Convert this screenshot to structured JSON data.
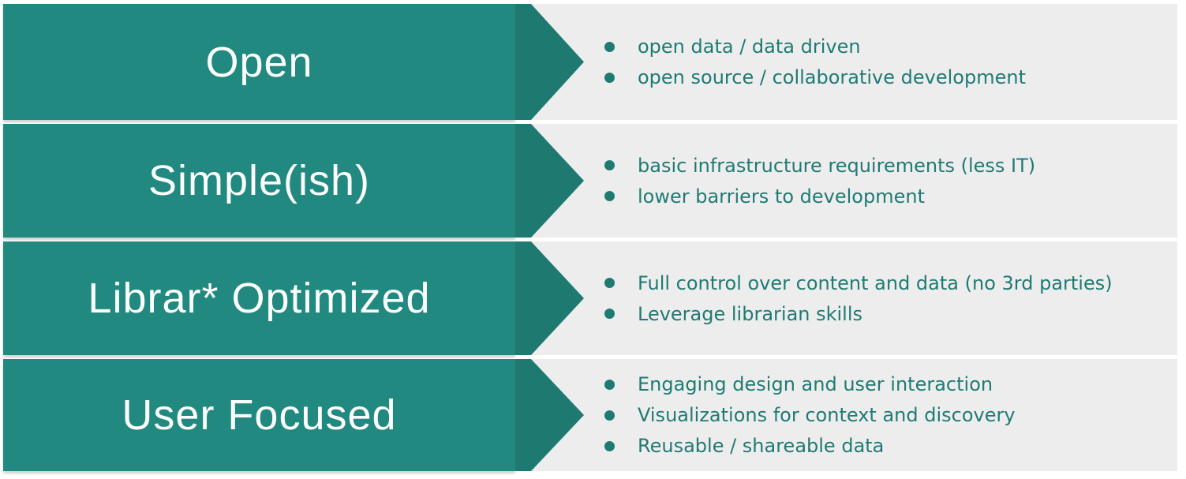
{
  "colors": {
    "banner_body": "#21897F",
    "banner_head": "#1E7A70",
    "band_bg": "#EDEDEE",
    "page_bg": "#FFFFFF",
    "bullet_color": "#1F7B72",
    "title_color": "#FCFDFD"
  },
  "rows": [
    {
      "title": "Open",
      "bullets": [
        "open data / data driven",
        "open source / collaborative development"
      ]
    },
    {
      "title": "Simple(ish)",
      "bullets": [
        "basic infrastructure requirements (less IT)",
        "lower barriers to development"
      ]
    },
    {
      "title": "Librar* Optimized",
      "bullets": [
        "Full control over content and data (no 3rd parties)",
        "Leverage librarian skills"
      ]
    },
    {
      "title": "User Focused",
      "bullets": [
        "Engaging design and user interaction",
        "Visualizations for context and discovery",
        "Reusable / shareable data"
      ]
    }
  ]
}
